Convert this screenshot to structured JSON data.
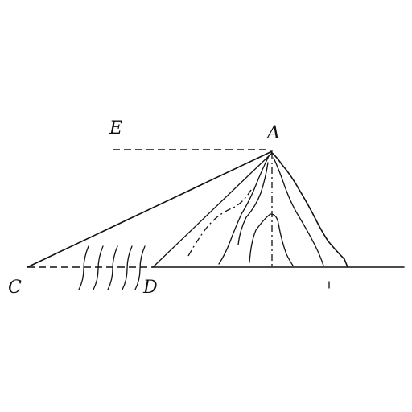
{
  "labels": {
    "A": "A",
    "C": "C",
    "D": "D",
    "E": "E"
  }
}
